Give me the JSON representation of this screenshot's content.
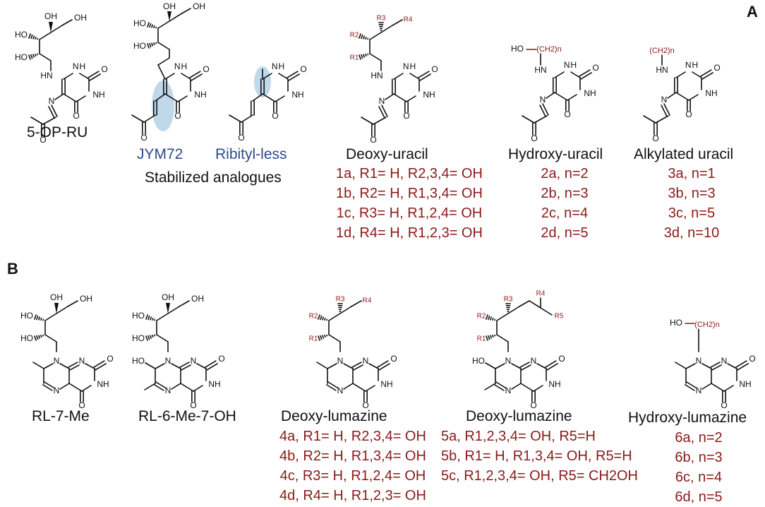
{
  "panels": {
    "a": "A",
    "b": "B"
  },
  "atoms": {
    "o": "O",
    "ho": "HO",
    "oh": "OH",
    "nh": "NH",
    "hn": "HN",
    "n": "N",
    "h": "H",
    "r1": "R1",
    "r2": "R2",
    "r3": "R3",
    "r4": "R4",
    "r5": "R5",
    "ch2n": "(CH2)n"
  },
  "sectionA": {
    "op_ru": "5-OP-RU",
    "jym72": "JYM72",
    "ribityl_less": "Ribityl-less",
    "stabilized": "Stabilized analogues",
    "deoxy_uracil": "Deoxy-uracil",
    "hydroxy_uracil": "Hydroxy-uracil",
    "alkylated_uracil": "Alkylated uracil",
    "list1": [
      "1a, R1= H, R2,3,4= OH",
      "1b, R2= H, R1,3,4= OH",
      "1c, R3= H, R1,2,4= OH",
      "1d, R4= H, R1,2,3= OH"
    ],
    "list2": [
      "2a, n=2",
      "2b, n=3",
      "2c, n=4",
      "2d, n=5"
    ],
    "list3": [
      "3a, n=1",
      "3b, n=3",
      "3c, n=5",
      "3d, n=10"
    ]
  },
  "sectionB": {
    "rl7me": "RL-7-Me",
    "rl6me7oh": "RL-6-Me-7-OH",
    "deoxy_lumazine_4": "Deoxy-lumazine",
    "deoxy_lumazine_5": "Deoxy-lumazine",
    "hydroxy_lumazine": "Hydroxy-lumazine",
    "list4": [
      "4a, R1= H, R2,3,4= OH",
      "4b, R2= H, R1,3,4= OH",
      "4c, R3= H, R1,2,4= OH",
      "4d, R4= H, R1,2,3= OH"
    ],
    "list5": [
      "5a, R1,2,3,4= OH, R5=H",
      "5b, R1= H, R1,3,4= OH, R5=H",
      "5c, R1,2,3,4= OH, R5= CH2OH"
    ],
    "list6": [
      "6a, n=2",
      "6b, n=3",
      "6c, n=4",
      "6d, n=5"
    ]
  },
  "colors": {
    "accent": "#8b1a1a",
    "blue": "#2e4a8a",
    "highlight": "#a9cbe3"
  }
}
